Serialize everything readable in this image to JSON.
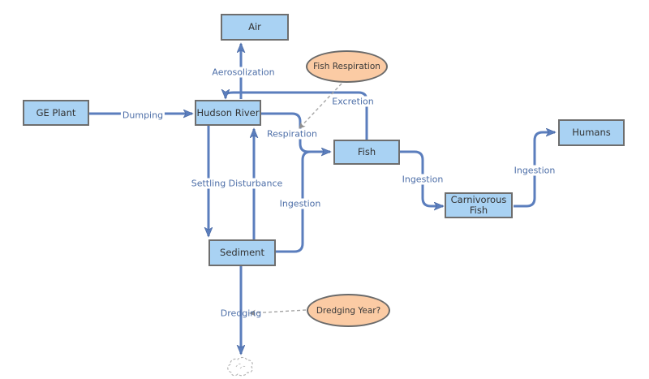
{
  "diagram": {
    "nodes": [
      {
        "id": "ge-plant",
        "label": "GE Plant"
      },
      {
        "id": "air",
        "label": "Air"
      },
      {
        "id": "hudson-river",
        "label": "Hudson River"
      },
      {
        "id": "fish",
        "label": "Fish"
      },
      {
        "id": "sediment",
        "label": "Sediment"
      },
      {
        "id": "carnivorous-fish",
        "label": "Carnivorous Fish"
      },
      {
        "id": "humans",
        "label": "Humans"
      }
    ],
    "callouts": [
      {
        "id": "fish-respiration",
        "label": "Fish Respiration"
      },
      {
        "id": "dredging-year",
        "label": "Dredging Year?"
      }
    ],
    "edge_labels": [
      {
        "id": "dumping",
        "text": "Dumping"
      },
      {
        "id": "aerosolization",
        "text": "Aerosolization"
      },
      {
        "id": "excretion",
        "text": "Excretion"
      },
      {
        "id": "respiration",
        "text": "Respiration"
      },
      {
        "id": "settling-disturbance",
        "text": "Settling Disturbance"
      },
      {
        "id": "ingestion-sediment-fish",
        "text": "Ingestion"
      },
      {
        "id": "ingestion-fish-carnivorous",
        "text": "Ingestion"
      },
      {
        "id": "ingestion-carnivorous-humans",
        "text": "Ingestion"
      },
      {
        "id": "dredging",
        "text": "Dredging"
      }
    ],
    "icons": {
      "sink": "scribble-cloud-icon"
    },
    "colors": {
      "node_fill": "#a9d2f3",
      "node_border": "#6e6e6e",
      "callout_fill": "#fbcba4",
      "connector_blue": "#5b7ebd",
      "label_text": "#4e6fa8",
      "dashed_gray": "#a6a6a6"
    }
  }
}
